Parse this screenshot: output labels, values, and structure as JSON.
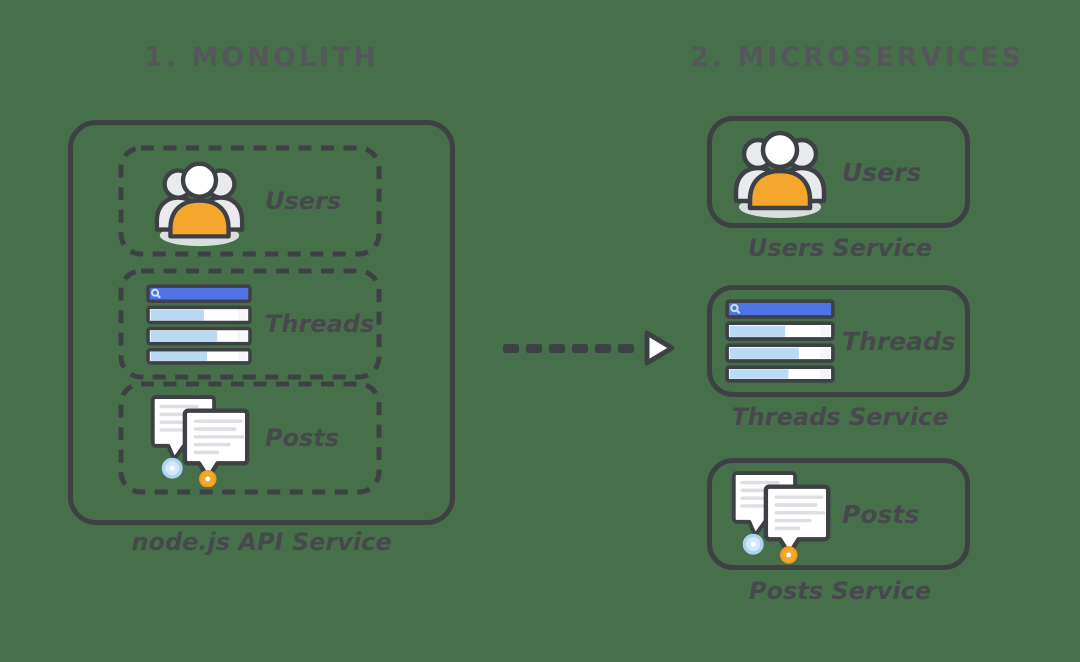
{
  "colors": {
    "background": "#46704A",
    "stroke_dark": "#3d4145",
    "heading_text": "#54565b",
    "label_text": "#46484d",
    "accent_orange": "#f5a62c",
    "accent_blue": "#4e73e6",
    "light_blue": "#bad9f2",
    "body_gray": "#e8eaee"
  },
  "monolith": {
    "heading": "1. MONOLITH",
    "caption": "node.js API Service",
    "modules": [
      {
        "label": "Users",
        "icon": "users-group-icon"
      },
      {
        "label": "Threads",
        "icon": "thread-list-icon"
      },
      {
        "label": "Posts",
        "icon": "chat-bubbles-icon"
      }
    ]
  },
  "microservices": {
    "heading": "2. MICROSERVICES",
    "services": [
      {
        "label": "Users",
        "caption": "Users Service",
        "icon": "users-group-icon"
      },
      {
        "label": "Threads",
        "caption": "Threads Service",
        "icon": "thread-list-icon"
      },
      {
        "label": "Posts",
        "caption": "Posts Service",
        "icon": "chat-bubbles-icon"
      }
    ]
  },
  "arrow": {
    "direction": "right",
    "style": "dashed"
  }
}
